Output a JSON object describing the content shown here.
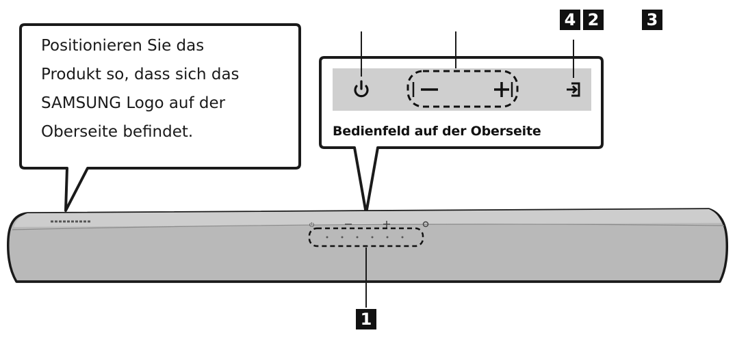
{
  "callout": {
    "lines": [
      "Positionieren Sie das",
      "Produkt so, dass sich das",
      "SAMSUNG Logo auf der",
      "Oberseite befindet."
    ]
  },
  "panel": {
    "caption": "Bedienfeld auf der Oberseite",
    "icons": [
      "power-icon",
      "volume-down-icon",
      "volume-up-icon",
      "source-input-icon"
    ]
  },
  "badges": {
    "top_left": "4",
    "top_middle": "2",
    "top_right": "3",
    "bottom": "1"
  },
  "colors": {
    "panel_strip": "#cfcfcf",
    "soundbar_top": "#c4c4c4",
    "soundbar_front": "#b8b8b8",
    "outline": "#1a1a1a"
  }
}
